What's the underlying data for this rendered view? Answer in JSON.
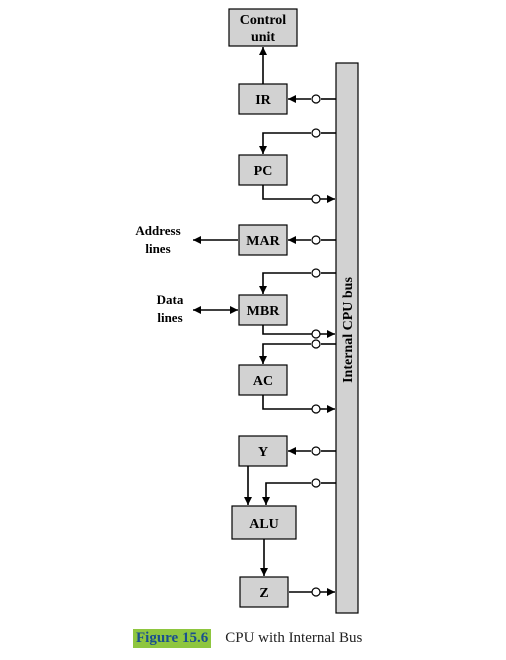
{
  "diagram": {
    "registers": {
      "control_unit": [
        "Control",
        "unit"
      ],
      "ir": "IR",
      "pc": "PC",
      "mar": "MAR",
      "mbr": "MBR",
      "ac": "AC",
      "y": "Y",
      "alu": "ALU",
      "z": "Z"
    },
    "address_lines": [
      "Address",
      "lines"
    ],
    "data_lines": [
      "Data",
      "lines"
    ],
    "bus_label": "Internal CPU bus"
  },
  "caption": {
    "figure_number": "Figure 15.6",
    "text": "CPU with Internal Bus"
  },
  "colors": {
    "register_fill": "#d2d2d2",
    "caption_highlight": "#8ec63f",
    "caption_number_text": "#1a4f8f"
  }
}
